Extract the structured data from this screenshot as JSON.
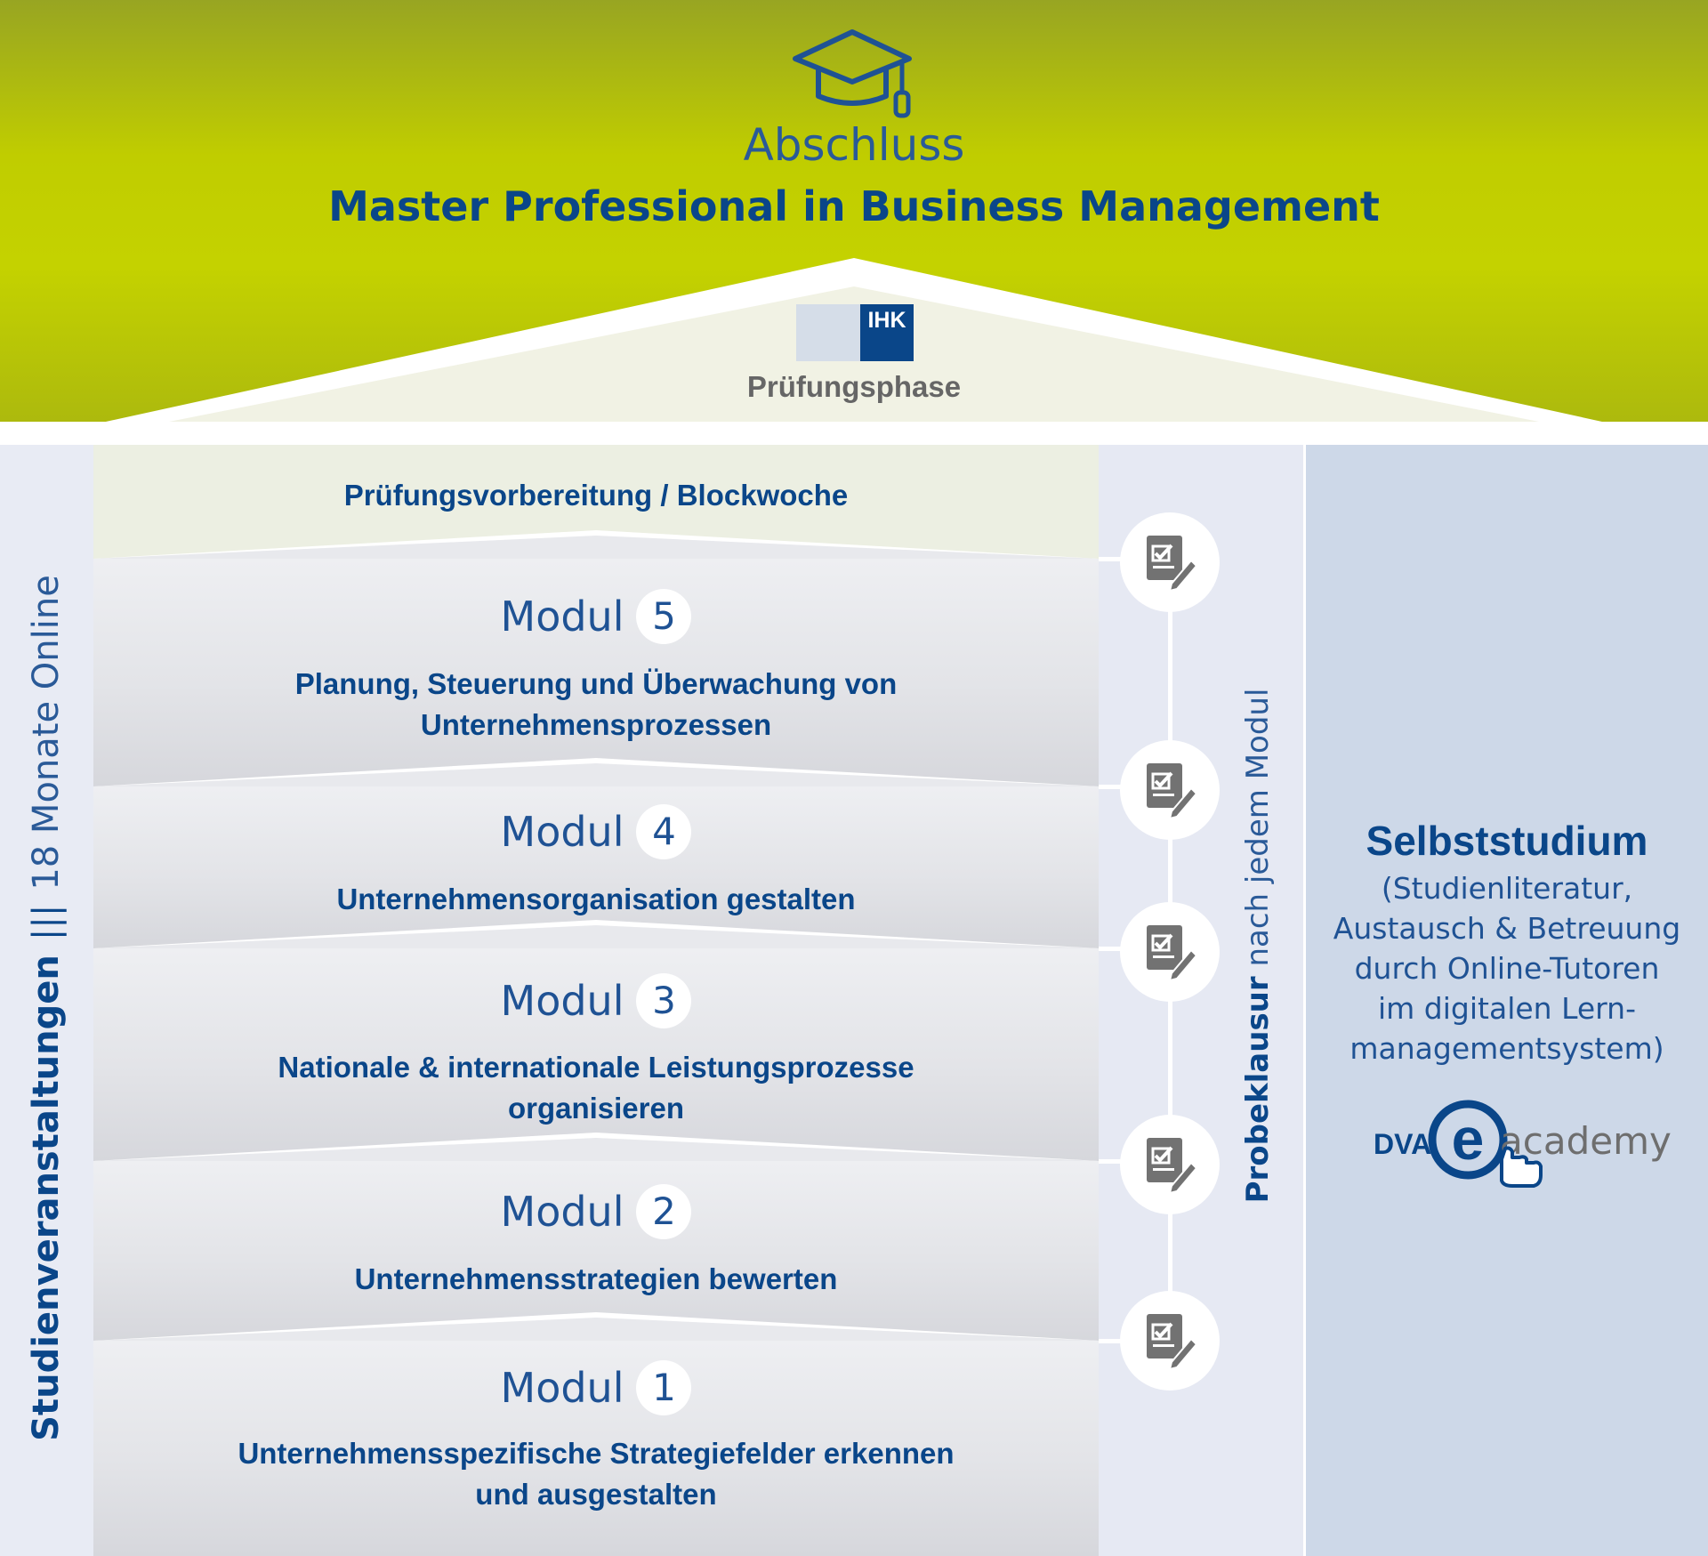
{
  "header": {
    "degree_label": "Abschluss",
    "degree_title": "Master Professional in Business Management",
    "exam_logo_text": "IHK",
    "exam_phase_label": "Prüfungsphase"
  },
  "prep": {
    "title": "Prüfungsvorbereitung / Blockwoche"
  },
  "modules": [
    {
      "word": "Modul",
      "number": "5",
      "title_lines": [
        "Planung, Steuerung und Überwachung von",
        "Unternehmensprozessen"
      ]
    },
    {
      "word": "Modul",
      "number": "4",
      "title_lines": [
        "Unternehmensorganisation gestalten"
      ]
    },
    {
      "word": "Modul",
      "number": "3",
      "title_lines": [
        "Nationale & internationale Leistungsprozesse",
        "organisieren"
      ]
    },
    {
      "word": "Modul",
      "number": "2",
      "title_lines": [
        "Unternehmensstrategien bewerten"
      ]
    },
    {
      "word": "Modul",
      "number": "1",
      "title_lines": [
        "Unternehmensspezifische Strategiefelder erkennen",
        "und ausgestalten"
      ]
    }
  ],
  "left_label": {
    "bold": "Studienveranstaltungen",
    "separator": "|||",
    "light": "18 Monate Online"
  },
  "probe_label": {
    "bold": "Probeklausur",
    "light": " nach jedem Modul"
  },
  "selbststudium": {
    "title": "Selbststudium",
    "lines": [
      "(Studienliteratur,",
      "Austausch & Betreuung",
      "durch Online-Tutoren",
      "im digitalen Lern-",
      "managementsystem)"
    ]
  },
  "logo": {
    "prefix": "DVA",
    "letter": "e",
    "suffix": "academy"
  },
  "colors": {
    "brand_navy": "#0a4689",
    "accent_green": "#c0cd00",
    "icon_gray": "#727272"
  },
  "icons": {
    "degree": "graduation-cap-icon",
    "test": "checklist-pencil-icon",
    "logo_hand": "pointing-hand-icon"
  }
}
